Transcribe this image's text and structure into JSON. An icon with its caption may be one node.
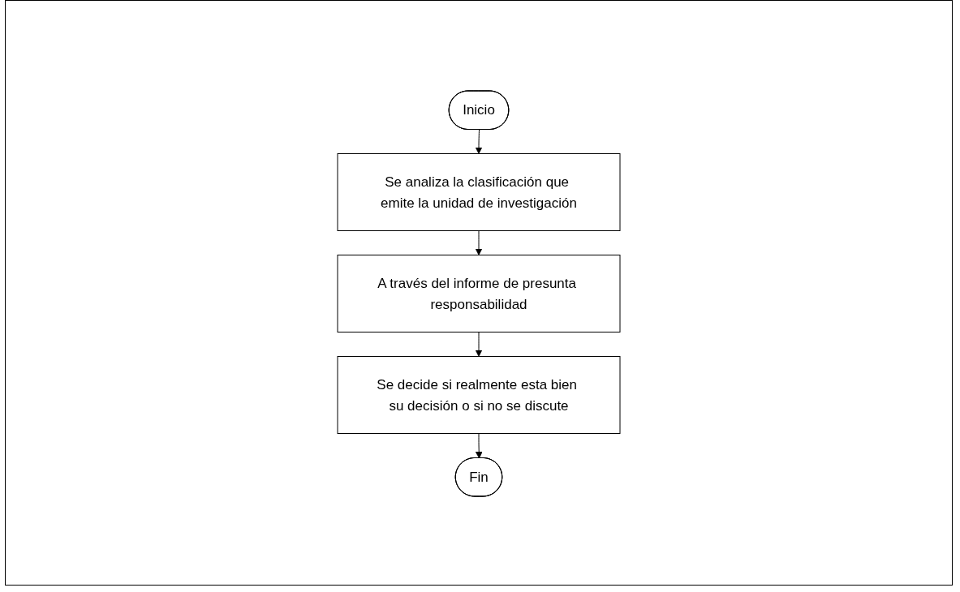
{
  "diagram": {
    "nodes": [
      {
        "text": [
          "Inicio"
        ]
      },
      {
        "text": [
          "Se analiza la clasificación que emite la unidad de investigación"
        ]
      },
      {
        "text": [
          "A través del informe de presunta responsabilidad"
        ]
      },
      {
        "text": [
          "Se decide si realmente esta bien su decisión o si no se discute"
        ]
      },
      {
        "text": [
          "Fin"
        ]
      }
    ],
    "edges": [
      {
        "from": 0,
        "to": 1,
        "arrow": "to"
      },
      {
        "from": 1,
        "to": 2,
        "arrow": "to"
      },
      {
        "from": 2,
        "to": 3,
        "arrow": "to"
      },
      {
        "from": 3,
        "to": 4,
        "arrow": "to"
      }
    ]
  }
}
